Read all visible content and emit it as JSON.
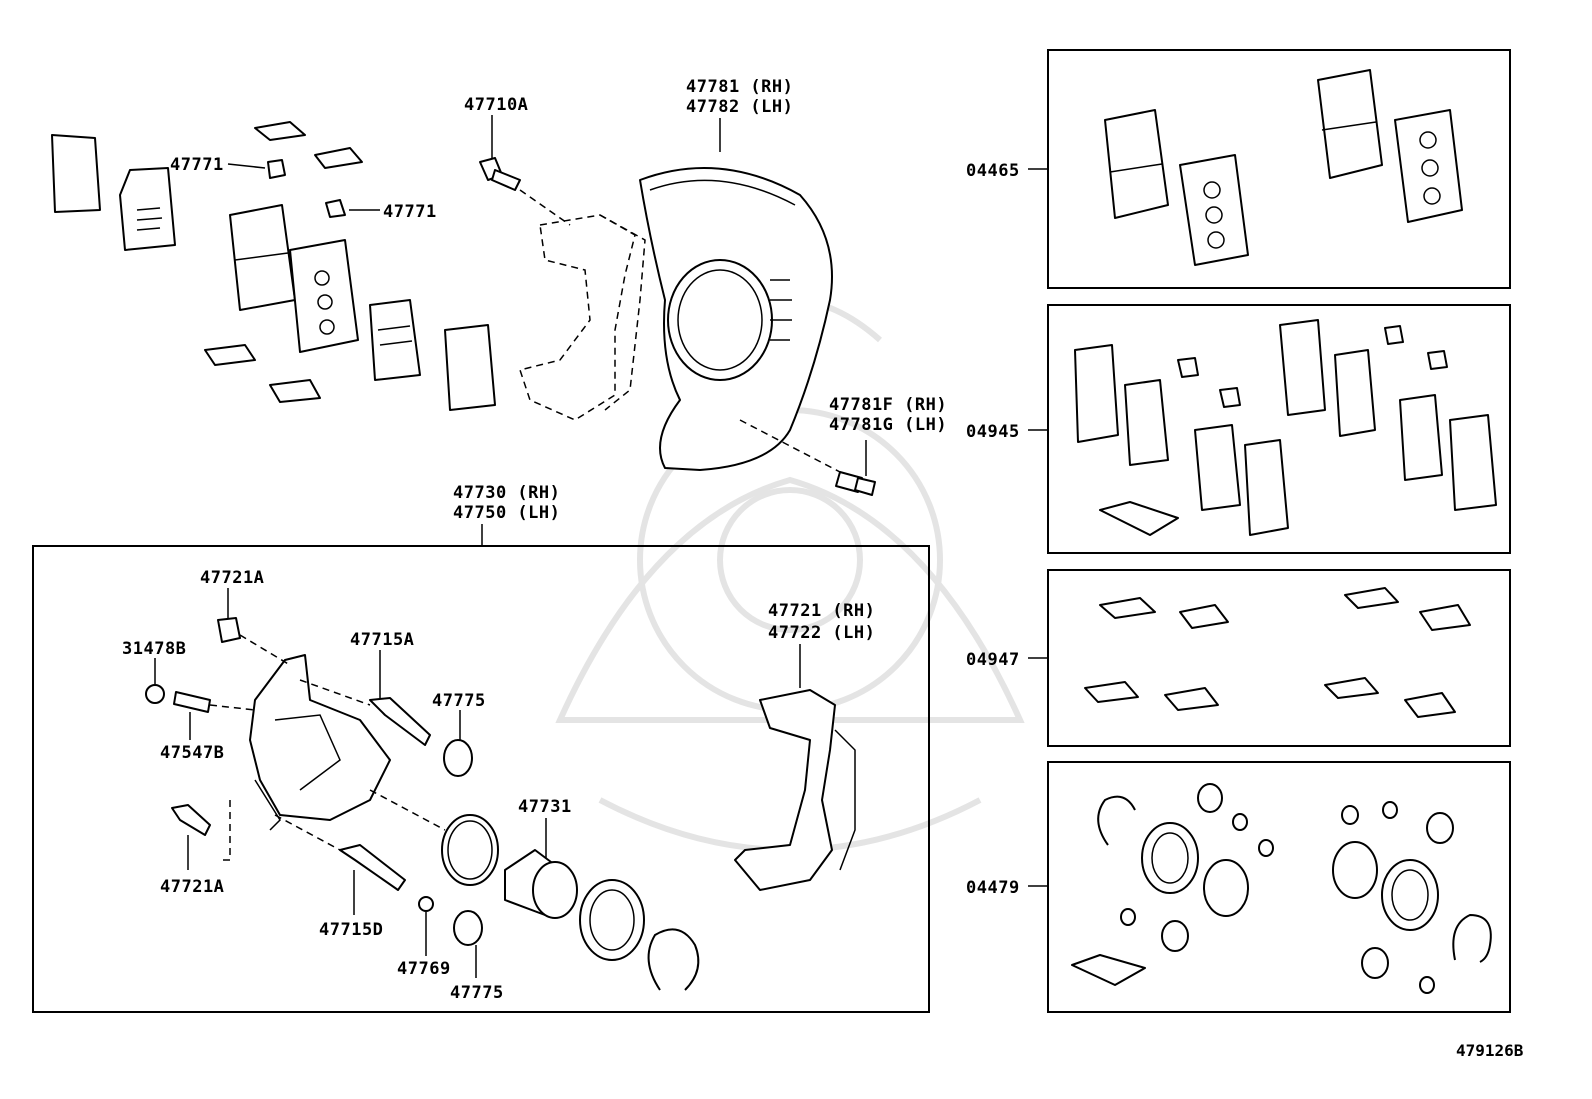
{
  "diagram_id": "479126B",
  "labels": {
    "p47771a": "47771",
    "p47771b": "47771",
    "p47710a": "47710A",
    "p47781": "47781 (RH)",
    "p47782": "47782 (LH)",
    "p47781f": "47781F (RH)",
    "p47781g": "47781G (LH)",
    "p47730": "47730 (RH)",
    "p47750": "47750 (LH)",
    "p47721a_top": "47721A",
    "p31478b": "31478B",
    "p47715a": "47715A",
    "p47775_top": "47775",
    "p47547b": "47547B",
    "p47721": "47721 (RH)",
    "p47722": "47722 (LH)",
    "p47731": "47731",
    "p47721a_bottom": "47721A",
    "p47715d": "47715D",
    "p47769": "47769",
    "p47775_bottom": "47775",
    "k04465": "04465",
    "k04945": "04945",
    "k04947": "04947",
    "k04479": "04479"
  }
}
